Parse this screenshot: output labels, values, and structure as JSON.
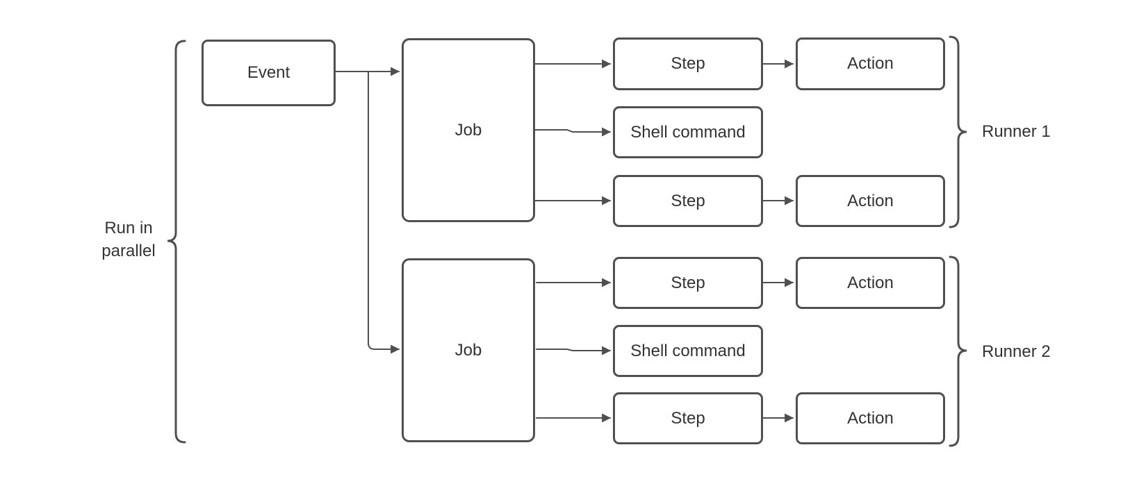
{
  "diagram": {
    "title_semantic": "Workflow diagram: event triggers two jobs that run in parallel on two runners",
    "parallel_label": "Run in\nparallel",
    "event_label": "Event",
    "groups": [
      {
        "runner_label": "Runner 1",
        "job_label": "Job",
        "rows": [
          {
            "box_label": "Step",
            "action_label": "Action"
          },
          {
            "box_label": "Shell command"
          },
          {
            "box_label": "Step",
            "action_label": "Action"
          }
        ]
      },
      {
        "runner_label": "Runner 2",
        "job_label": "Job",
        "rows": [
          {
            "box_label": "Step",
            "action_label": "Action"
          },
          {
            "box_label": "Shell command"
          },
          {
            "box_label": "Step",
            "action_label": "Action"
          }
        ]
      }
    ]
  },
  "colors": {
    "line": "#4f4f4f",
    "node_border": "#4f4f4f",
    "node_fill": "#ffffff",
    "text": "#333333",
    "background": "#ffffff"
  }
}
